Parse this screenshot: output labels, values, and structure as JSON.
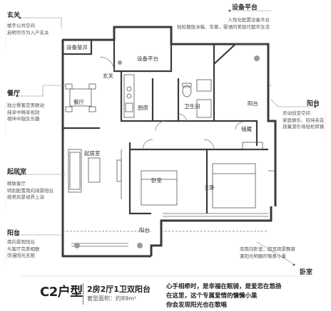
{
  "callouts": {
    "xuanguan": {
      "title": "玄关",
      "lines": [
        "楼宇公共空间",
        "启明可作为入户玄关"
      ]
    },
    "shebei": {
      "title": "设备平台",
      "lines": [
        "人性化配置设备平台",
        "轻松摆放冰箱、车筹，婴语的美现代都市生活"
      ]
    },
    "canting": {
      "title": "餐厅",
      "lines": [
        "独立餐客定美联动",
        "纯享中畅享视效",
        "相伴中融生乐趣"
      ]
    },
    "yangtai_right": {
      "title": "阳台",
      "lines": [
        "灵动创变空间",
        "家庭娱乐、招待亲友",
        "孩童游乐场轻松转换"
      ]
    },
    "qijushi": {
      "title": "起居室",
      "lines": [
        "精致客厅",
        "特别配置南向阔景阳台",
        "绝美风景视界上演"
      ]
    },
    "yangtai_left": {
      "title": "阳台",
      "lines": [
        "南向景观阳台",
        "与客厅完美相联",
        "弥漫阳光无限"
      ]
    },
    "woshi": {
      "title": "卧室",
      "lines": [
        "双南向卧室，超宽观景飘窗",
        "蓬阳光明媚的惬意小巢"
      ]
    }
  },
  "rooms": {
    "shebei_guanjing": "设备管井",
    "xuanguan": "玄关",
    "shebei_pingtai": "设备平台",
    "canting": "餐厅",
    "chufang": "厨房",
    "weishengjian": "卫生间",
    "yangtai_top": "阳台",
    "chuna": "储藏",
    "qijushi": "起居室",
    "woshi": "卧室",
    "zhuwo": "主卧",
    "yangtai_bottom": "阳台"
  },
  "footer": {
    "type": "C2户型",
    "layout": "2房2厅1卫双阳台",
    "area": "套型面积：约89m²",
    "slogan": [
      "心手相牵时，是幸福在眠骑，是爱恋在悠扬",
      "在这里，这个专属爱情的慵懒小巢",
      "你会发现阳光也在歌唱"
    ]
  },
  "colors": {
    "accent": "#6b4a86",
    "wall": "#3a3a3a",
    "floor": "#f4f4f4"
  }
}
